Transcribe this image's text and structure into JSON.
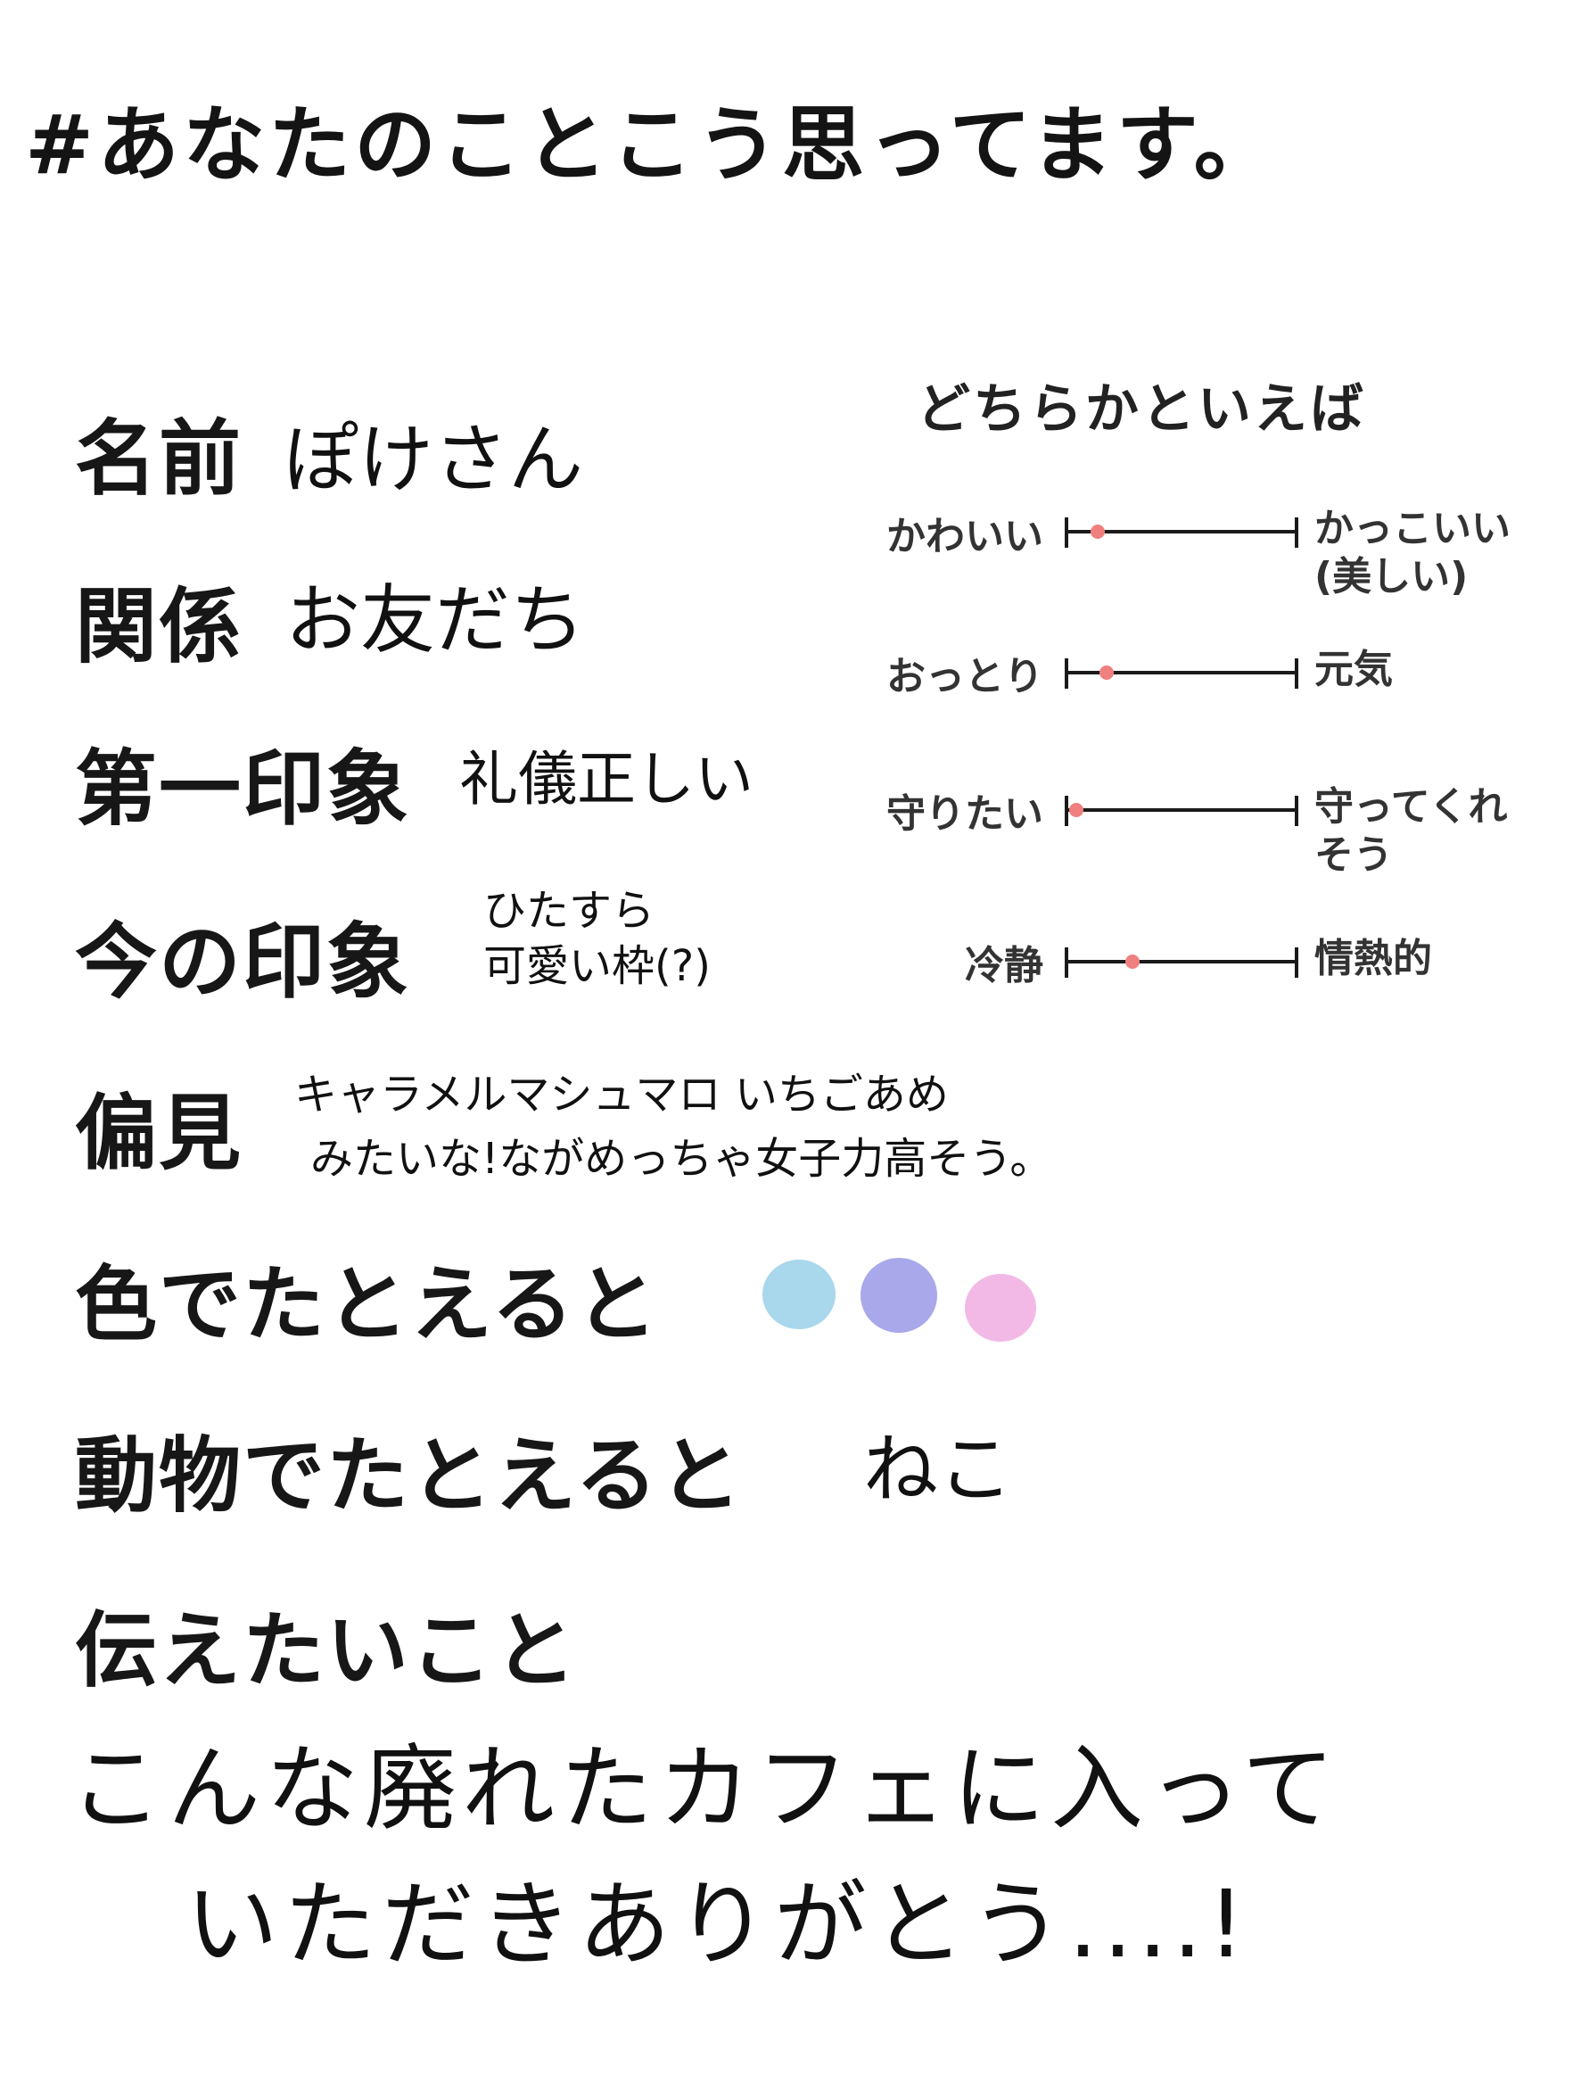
{
  "title": "#あなたのことこう思ってます。",
  "profile": {
    "name": {
      "label": "名前",
      "value": "ぽけさん"
    },
    "relation": {
      "label": "関係",
      "value": "お友だち"
    },
    "first_impression": {
      "label": "第一印象",
      "value": "礼儀正しい"
    },
    "current_impression": {
      "label": "今の印象",
      "value_line1": "ひたすら",
      "value_line2": "可愛い枠(?)"
    },
    "prejudice": {
      "label": "偏見",
      "value_line1": "キャラメルマシュマロ いちごあめ",
      "value_line2": "みたいな!ながめっちゃ女子力高そう。"
    },
    "color": {
      "label": "色でたとえると",
      "swatches": [
        "#a9d7ec",
        "#a9a8ea",
        "#f2b9e6"
      ]
    },
    "animal": {
      "label": "動物でたとえると",
      "value": "ねこ"
    },
    "message": {
      "label": "伝えたいこと",
      "line1": "こんな廃れたカフェに入って",
      "line2": "いただきありがとう....!"
    }
  },
  "scales": {
    "title": "どちらかといえば",
    "dot_color": "#f07f7f",
    "items": [
      {
        "left": "かわいい",
        "right_line1": "かっこいい",
        "right_line2": "(美しい)",
        "value": 0.14
      },
      {
        "left": "おっとり",
        "right_line1": "元気",
        "right_line2": "",
        "value": 0.18
      },
      {
        "left": "守りたい",
        "right_line1": "守ってくれ",
        "right_line2": "そう",
        "value": 0.05
      },
      {
        "left": "冷静",
        "right_line1": "情熱的",
        "right_line2": "",
        "value": 0.29
      }
    ]
  }
}
